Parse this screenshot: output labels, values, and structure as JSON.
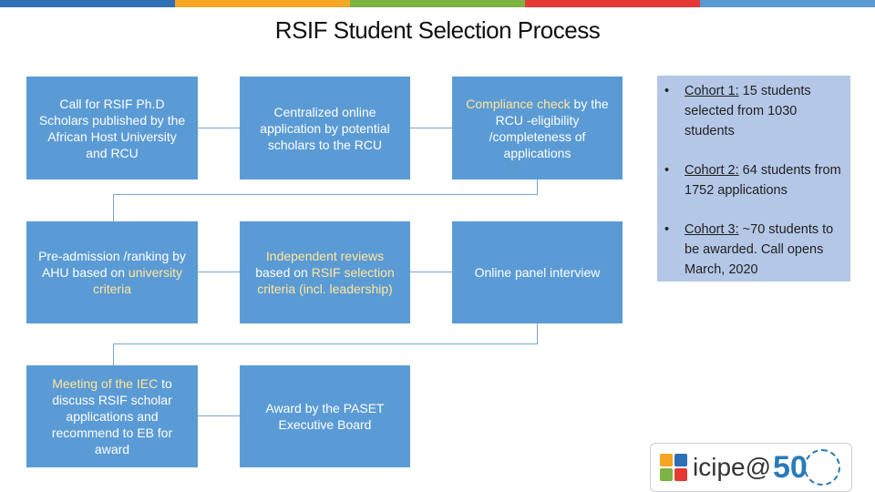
{
  "colors": {
    "box_fill": "#5b9bd5",
    "highlight_text": "#ffe699",
    "side_panel": "#b4c7e7",
    "connector": "#7aa6cc",
    "top_bar": [
      "#2e6fb5",
      "#f5a623",
      "#7cb342",
      "#e53935",
      "#5b9bd5"
    ]
  },
  "title": "RSIF Student Selection Process",
  "steps": {
    "s1": {
      "text": "Call for RSIF Ph.D Scholars published by the African Host University and RCU"
    },
    "s2": {
      "text": "Centralized online application by potential scholars to the RCU"
    },
    "s3": {
      "hl": "Compliance check",
      "rest": " by the RCU -eligibility /completeness of applications"
    },
    "s4": {
      "a": "Pre-admission /ranking by AHU based on ",
      "hl": "university criteria"
    },
    "s5": {
      "hl1": "Independent reviews",
      "mid": " based on ",
      "hl2": "RSIF selection criteria (incl. leadership)"
    },
    "s6": {
      "text": "Online panel interview"
    },
    "s7": {
      "hl": "Meeting of the IEC",
      "rest": " to discuss RSIF scholar applications and recommend to EB for award"
    },
    "s8": {
      "text": "Award by the PASET Executive Board"
    }
  },
  "cohorts": [
    {
      "bullet": "•",
      "label": "Cohort 1:",
      "text": " 15 students selected from 1030 students"
    },
    {
      "bullet": "•",
      "label": "Cohort 2:",
      "text": " 64 students from 1752 applications"
    },
    {
      "bullet": "•",
      "label": "Cohort 3:",
      "text": " ~70 students to be awarded. Call opens March, 2020"
    }
  ],
  "logo": {
    "word": "icipe@",
    "number": "50",
    "squares": [
      "#f5a623",
      "#2e6fb5",
      "#7cb342",
      "#e53935"
    ],
    "icons": [
      "sun-icon",
      "plant-icon",
      "cow-icon",
      "insect-icon"
    ]
  }
}
